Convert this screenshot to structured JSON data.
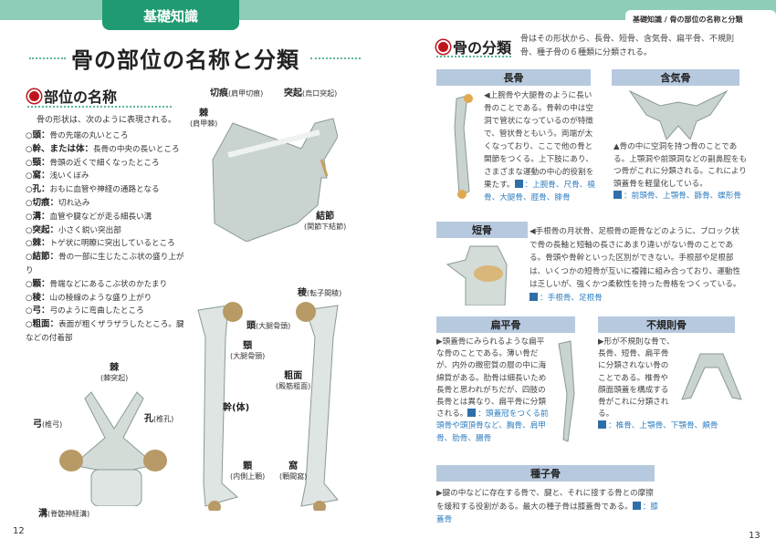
{
  "header": {
    "section_tab": "基礎知識",
    "breadcrumb": "基礎知識 / 骨の部位の名称と分類"
  },
  "left": {
    "title": "骨の部位の名称と分類",
    "section_heading": "部位の名称",
    "intro": "骨の形状は、次のように表現される。",
    "terms": [
      {
        "term": "頭",
        "desc": "骨の先端の丸いところ"
      },
      {
        "term": "幹、または体",
        "desc": "長骨の中央の長いところ"
      },
      {
        "term": "頸",
        "desc": "骨頭の近くで細くなったところ"
      },
      {
        "term": "窩",
        "desc": "浅いくぼみ"
      },
      {
        "term": "孔",
        "desc": "おもに血管や神経の通路となる"
      },
      {
        "term": "切痕",
        "desc": "切れ込み"
      },
      {
        "term": "溝",
        "desc": "血管や腱などが走る細長い溝"
      },
      {
        "term": "突起",
        "desc": "小さく鋭い突出部"
      },
      {
        "term": "棘",
        "desc": "トゲ状に明瞭に突出しているところ"
      },
      {
        "term": "結節",
        "desc": "骨の一部に生じたこぶ状の盛り上がり"
      },
      {
        "term": "顆",
        "desc": "骨端などにあるこぶ状のかたまり"
      },
      {
        "term": "稜",
        "desc": "山の稜線のような盛り上がり"
      },
      {
        "term": "弓",
        "desc": "弓のように弯曲したところ"
      },
      {
        "term": "粗面",
        "desc": "表面が粗くザラザラしたところ。腱などの付着部"
      }
    ],
    "scapula_labels": [
      {
        "term": "切痕",
        "sub": "(肩甲切痕)"
      },
      {
        "term": "突起",
        "sub": "(烏口突起)"
      },
      {
        "term": "棘",
        "sub": "(肩甲棘)"
      },
      {
        "term": "結節",
        "sub": "(関節下結節)"
      }
    ],
    "femur_labels": [
      {
        "term": "稜",
        "sub": "(転子間稜)"
      },
      {
        "term": "頭",
        "sub": "(大腿骨頭)"
      },
      {
        "term": "頸",
        "sub": "(大腿骨頸)"
      },
      {
        "term": "粗面",
        "sub": "(殿筋粗面)"
      },
      {
        "term": "幹(体)",
        "sub": ""
      },
      {
        "term": "顆",
        "sub": "(内側上顆)"
      },
      {
        "term": "窩",
        "sub": "(顆間窩)"
      }
    ],
    "vertebra_labels": [
      {
        "term": "棘",
        "sub": "(棘突起)"
      },
      {
        "term": "弓",
        "sub": "(椎弓)"
      },
      {
        "term": "孔",
        "sub": "(椎孔)"
      },
      {
        "term": "溝",
        "sub": "(脊髄神経溝)"
      }
    ],
    "page_number": "12"
  },
  "right": {
    "section_heading": "骨の分類",
    "intro": "骨はその形状から、長骨、短骨、含気骨、扁平骨、不規則骨、種子骨の６種類に分類される。",
    "long": {
      "title": "長骨",
      "text": "◀上腕骨や大腿骨のように長い骨のことである。骨幹の中は空洞で管状になっているのが特徴で、管状骨ともいう。両端が太くなっており、ここで他の骨と関節をつくる。上下肢にあり、さまざまな運動の中心的役割を果たす。",
      "related": "：上腕骨、尺骨、橈骨、大腿骨、脛骨、腓骨"
    },
    "pneumatic": {
      "title": "含気骨",
      "text": "▲骨の中に空洞を持つ骨のことである。上顎洞や前頭洞などの副鼻腔をもつ骨がこれに分類される。これにより頭蓋骨を軽量化している。",
      "related": "：前頭骨、上顎骨、篩骨、蝶形骨"
    },
    "short": {
      "title": "短骨",
      "text": "◀手根骨の月状骨、足根骨の距骨などのように、ブロック状で骨の長軸と短軸の長さにあまり違いがない骨のことである。骨頭や骨幹といった区別ができない。手根部や足根部は、いくつかの短骨が互いに複雑に組み合っており、運動性は乏しいが、強くかつ柔軟性を持った骨格をつくっている。",
      "related": "：手根骨、足根骨"
    },
    "flat": {
      "title": "扁平骨",
      "text": "▶頭蓋骨にみられるような扁平な骨のことである。薄い骨だが、内外の緻密質の層の中に海綿質がある。肋骨は細長いため長骨と思われがちだが、四肢の長骨とは異なり、扁平骨に分類される。",
      "related": "：頭蓋冠をつくる前頭骨や頭頂骨など、胸骨、肩甲骨、肋骨、腸骨"
    },
    "irregular": {
      "title": "不規則骨",
      "text": "▶形が不規則な骨で、長骨、短骨、扁平骨に分類されない骨のことである。椎骨や顔面頭蓋を構成する骨がこれに分類される。",
      "related": "：椎骨、上顎骨、下顎骨、頬骨"
    },
    "sesamoid": {
      "title": "種子骨",
      "text": "▶腱の中などに存在する骨で、腱と、それに接する骨との摩擦を緩和する役割がある。最大の種子骨は膝蓋骨である。",
      "related": "：膝蓋骨"
    },
    "page_number": "13"
  }
}
